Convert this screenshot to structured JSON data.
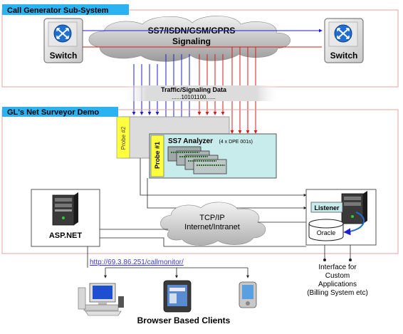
{
  "sections": {
    "top_title": "Call Generator Sub-System",
    "middle_title": "GL's Net Surveyor Demo"
  },
  "top": {
    "cloud_line1": "SS7/ISDN/GSM/GPRS",
    "cloud_line2": "Signaling",
    "switch_left": "Switch",
    "switch_right": "Switch"
  },
  "traffic": {
    "title": "Traffic/Signaling Data",
    "bits": "......10101100......"
  },
  "middle": {
    "probe2": "Probe #2",
    "probe1": "Probe #1",
    "analyzer_title": "SS7 Analyzer",
    "analyzer_sub": "(4 x DPE 001s)",
    "aspnet": "ASP.NET",
    "tcp_line1": "TCP/IP",
    "tcp_line2": "Internet/Intranet",
    "listener": "Listener",
    "oracle": "Oracle"
  },
  "bottom": {
    "url": "http://69.3.86.251/callmonitor/",
    "clients_label": "Browser Based Clients",
    "interface_lines": [
      "Interface for",
      "Custom",
      "Applications",
      "(Billing System etc)"
    ]
  },
  "colors": {
    "section_title_bg": "#2bb2f0",
    "section_border": "#e6a0a0",
    "blue_signal": "#1f1fd0",
    "red_signal": "#d81818",
    "analyzer_bg": "#c8ecec",
    "probe_bg": "#ffff40"
  }
}
